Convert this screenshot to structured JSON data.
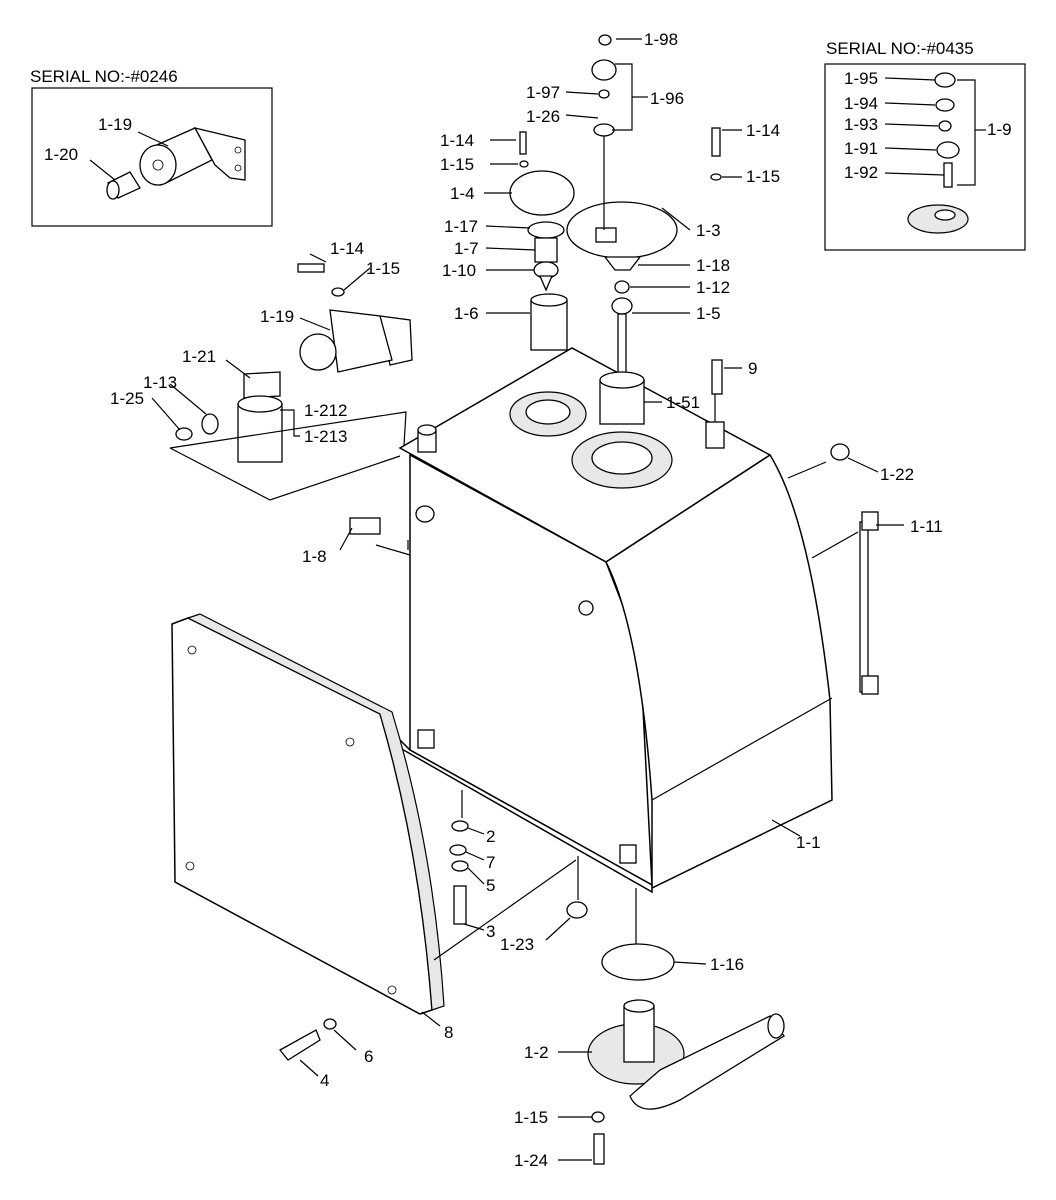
{
  "serial_boxes": [
    {
      "title": "SERIAL NO:-#0246"
    },
    {
      "title": "SERIAL NO:-#0435"
    }
  ],
  "labels": [
    "1-98",
    "1-97",
    "1-96",
    "1-26",
    "1-14",
    "1-14",
    "1-15",
    "1-15",
    "1-4",
    "1-3",
    "1-17",
    "1-7",
    "1-10",
    "1-18",
    "1-12",
    "1-6",
    "1-5",
    "1-14",
    "1-15",
    "1-19",
    "1-21",
    "1-13",
    "1-25",
    "1-212",
    "1-213",
    "9",
    "1-51",
    "1-22",
    "1-11",
    "1-8",
    "2",
    "7",
    "5",
    "3",
    "1-23",
    "1-16",
    "1-1",
    "8",
    "6",
    "4",
    "1-2",
    "1-15",
    "1-24",
    "1-95",
    "1-94",
    "1-93",
    "1-91",
    "1-92",
    "1-9",
    "1-19",
    "1-20"
  ]
}
